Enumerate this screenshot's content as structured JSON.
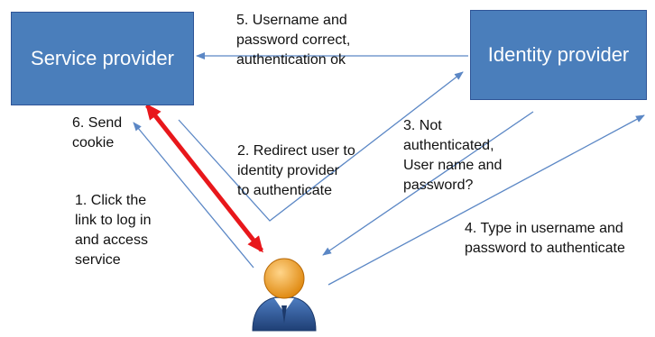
{
  "boxes": {
    "service_provider": "Service provider",
    "identity_provider": "Identity provider"
  },
  "steps": {
    "step5": "5. Username and\npassword correct,\nauthentication ok",
    "step6": "6. Send\ncookie",
    "step2": "2. Redirect user to\nidentity provider\nto authenticate",
    "step3": "3. Not\nauthenticated,\nUser name and\npassword?",
    "step1": "1. Click the\nlink to log in\nand access\nservice",
    "step4": "4. Type in username and\npassword to authenticate"
  },
  "icons": {
    "user": "user-icon"
  },
  "colors": {
    "box_fill": "#4a7ebb",
    "box_border": "#2f5597",
    "arrow_line": "#5b87c5",
    "cookie_arrow": "#e8171b",
    "avatar_head": "#f2a32f",
    "avatar_body": "#2f5b9a"
  }
}
